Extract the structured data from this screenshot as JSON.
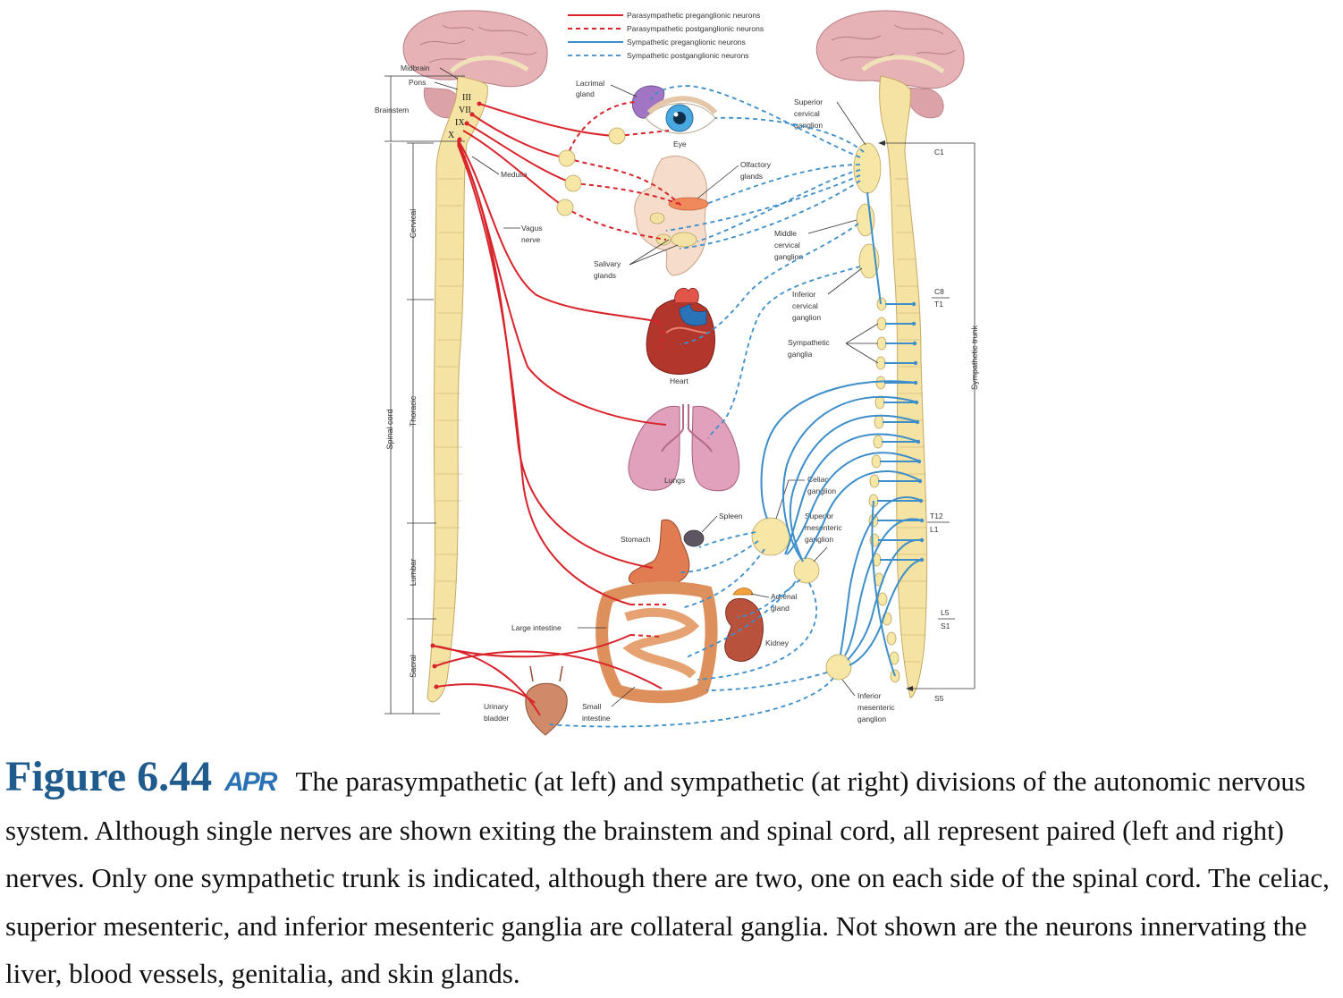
{
  "legend": [
    {
      "label": "Parasympathetic preganglionic neurons",
      "style": "solid",
      "color": "#d9232a"
    },
    {
      "label": "Parasympathetic postganglionic neurons",
      "style": "dashed",
      "color": "#d9232a"
    },
    {
      "label": "Sympathetic preganglionic neurons",
      "style": "solid",
      "color": "#3d8ec9"
    },
    {
      "label": "Sympathetic postganglionic neurons",
      "style": "dashed",
      "color": "#3d8ec9"
    }
  ],
  "brain_labels": {
    "midbrain": "Midbrain",
    "pons": "Pons",
    "brainstem": "Brainstem",
    "medulla": "Medulla"
  },
  "cranial_nerves": [
    "III",
    "VII",
    "IX",
    "X"
  ],
  "cord_regions": {
    "cervical": "Cervical",
    "thoracic": "Thoracic",
    "lumbar": "Lumbar",
    "sacral": "Sacral",
    "spinal_cord": "Spinal cord"
  },
  "organs": {
    "lacrimal_gland": [
      "Lacrimal",
      "gland"
    ],
    "eye": "Eye",
    "olfactory_glands": [
      "Olfactory",
      "glands"
    ],
    "vagus_nerve": [
      "Vagus",
      "nerve"
    ],
    "salivary_glands": [
      "Salivary",
      "glands"
    ],
    "heart": "Heart",
    "lungs": "Lungs",
    "spleen": "Spleen",
    "stomach": "Stomach",
    "large_intestine": "Large intestine",
    "adrenal_gland": [
      "Adrenal",
      "gland"
    ],
    "kidney": "Kidney",
    "urinary_bladder": [
      "Urinary",
      "bladder"
    ],
    "small_intestine": [
      "Small",
      "intestine"
    ]
  },
  "ganglia": {
    "superior_cervical": [
      "Superior",
      "cervical",
      "ganglion"
    ],
    "middle_cervical": [
      "Middle",
      "cervical",
      "ganglion"
    ],
    "inferior_cervical": [
      "Inferior",
      "cervical",
      "ganglion"
    ],
    "sympathetic": [
      "Sympathetic",
      "ganglia"
    ],
    "celiac": [
      "Celiac",
      "ganglion"
    ],
    "superior_mesenteric": [
      "Superior",
      "mesenteric",
      "ganglion"
    ],
    "inferior_mesenteric": [
      "Inferior",
      "mesenteric",
      "ganglion"
    ]
  },
  "vertebral_marks": {
    "c1": "C1",
    "c8": "C8",
    "t1": "T1",
    "t12": "T12",
    "l1": "L1",
    "l5": "L5",
    "s1": "S1",
    "s5": "S5"
  },
  "sympathetic_trunk": "Sympathetic trunk",
  "caption": {
    "figure_number": "Figure 6.44",
    "badge": "APR",
    "text": "The parasympathetic (at left) and sympathetic (at right) divisions of the autonomic nervous system. Although single nerves are shown exiting the brainstem and spinal cord, all represent paired (left and right) nerves. Only one sympathetic trunk is indicated, although there are two, one on each side of the spinal cord. The celiac, superior mesenteric, and inferior mesenteric ganglia are collateral ganglia. Not shown are the neurons innervating the liver, blood vessels, genitalia, and skin glands."
  }
}
